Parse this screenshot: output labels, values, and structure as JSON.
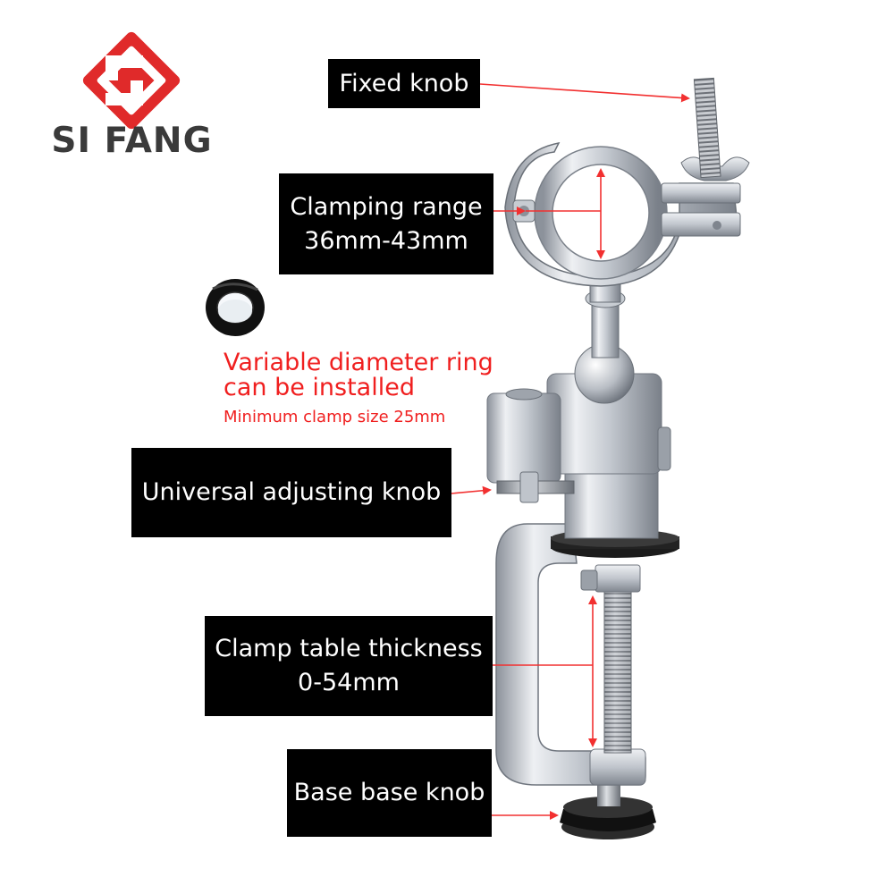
{
  "brand": {
    "name": "SI FANG",
    "color": "#e02a2a"
  },
  "labels": {
    "fixed_knob": "Fixed knob",
    "clamping_range_line1": "Clamping range",
    "clamping_range_line2": "36mm-43mm",
    "universal_knob": "Universal adjusting knob",
    "clamp_thickness_line1": "Clamp table thickness",
    "clamp_thickness_line2": "0-54mm",
    "base_knob": "Base base knob"
  },
  "note": {
    "line1": "Variable diameter ring",
    "line2": "can be installed",
    "line3": "Minimum clamp size 25mm",
    "color": "#f01f1f"
  },
  "colors": {
    "arrow": "#f23030",
    "metal_light": "#e6e9ee",
    "metal_mid": "#b9bec6",
    "metal_dark": "#7f858e",
    "rubber": "#1a1a1a"
  }
}
